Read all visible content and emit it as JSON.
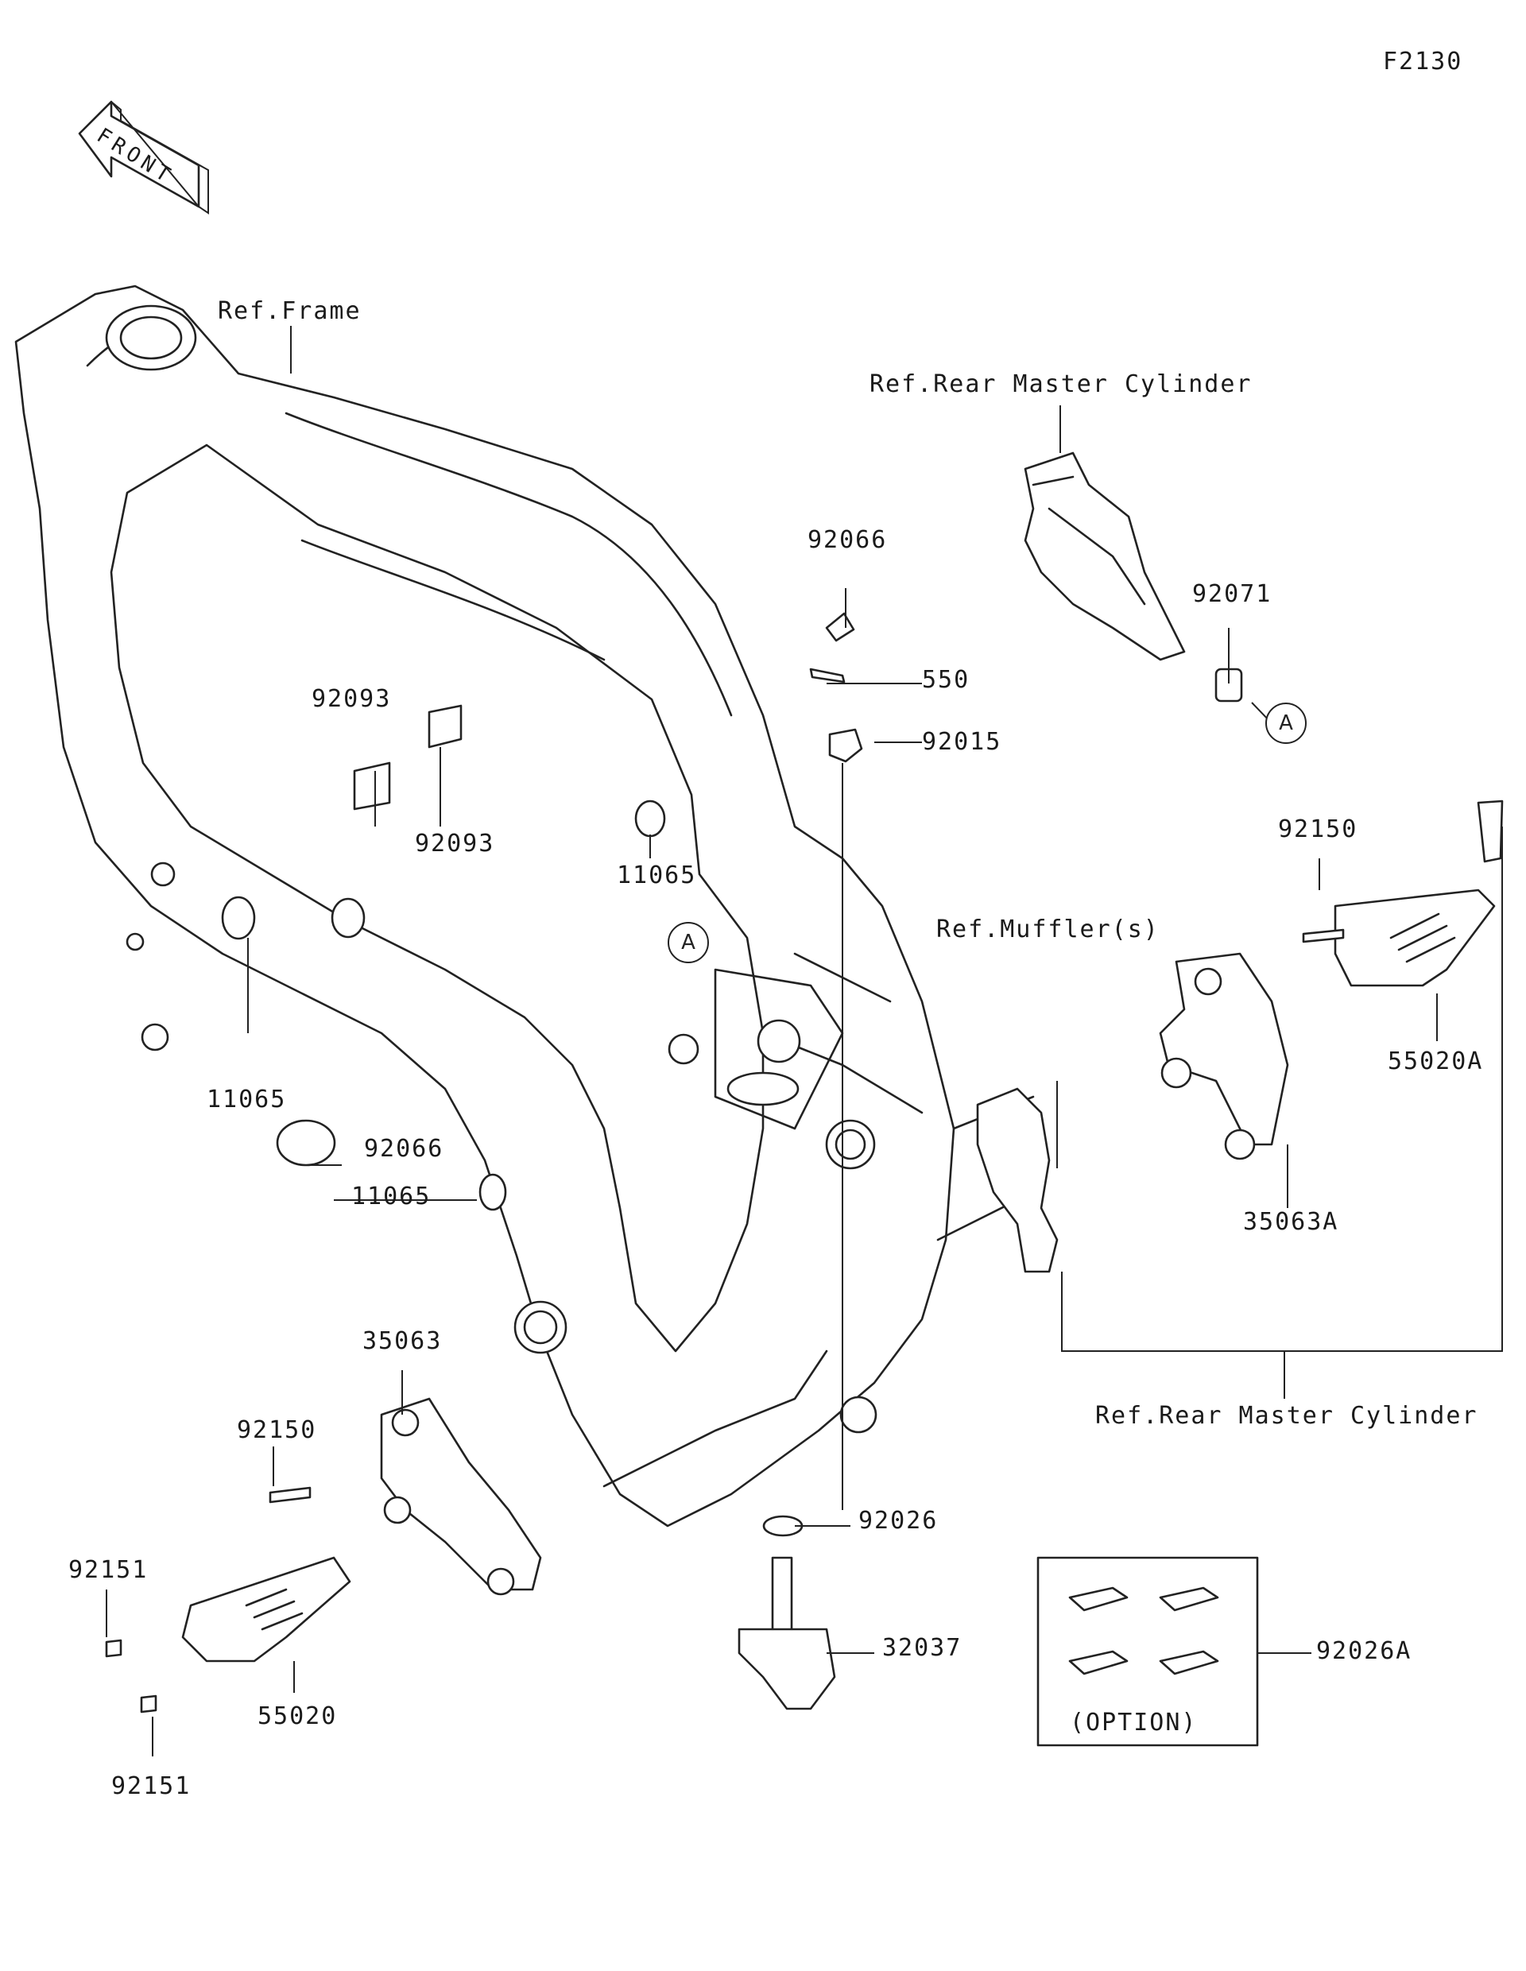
{
  "diagram_code": "F2130",
  "front_label": "FRONT",
  "ref_labels": {
    "frame": "Ref.Frame",
    "rear_master_cylinder_top": "Ref.Rear Master Cylinder",
    "mufflers": "Ref.Muffler(s)",
    "rear_master_cylinder_bottom": "Ref.Rear Master Cylinder"
  },
  "callout_marker": "A",
  "part_numbers": [
    "92066",
    "92071",
    "550",
    "92015",
    "92093",
    "92093",
    "11065",
    "11065",
    "92066",
    "11065",
    "92150",
    "55020A",
    "35063A",
    "35063",
    "92150",
    "92151",
    "55020",
    "92151",
    "92026",
    "32037",
    "92026A"
  ],
  "option_box": {
    "label": "(OPTION)"
  }
}
